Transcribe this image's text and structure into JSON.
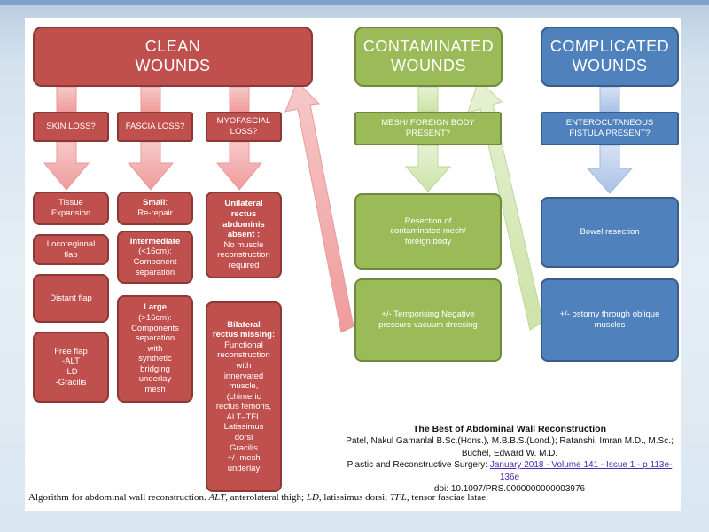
{
  "headers": {
    "clean": "CLEAN\nWOUNDS",
    "contaminated": "CONTAMINATED\nWOUNDS",
    "complicated": "COMPLICATED\nWOUNDS"
  },
  "questions": {
    "skin_loss": "SKIN LOSS?",
    "fascia_loss": "FASCIA LOSS?",
    "myofascial_loss": "MYOFASCIAL\nLOSS?",
    "mesh_foreign_body": "MESH/ FOREIGN BODY\nPRESENT?",
    "enterocutaneous": "ENTEROCUTANEOUS\nFISTULA PRESENT?"
  },
  "skin_options": {
    "tissue_expansion": "Tissue\nExpansion",
    "locoregional": "Locoregional\nflap",
    "distant": "Distant flap",
    "free_flap": "Free flap\n-ALT\n-LD\n-Gracilis"
  },
  "fascia_options": {
    "small_bold": "Small",
    "small_rest": ":\nRe-repair",
    "intermediate_bold": "Intermediate",
    "intermediate_rest": "(<16cm):\nComponent\nseparation",
    "large_bold": "Large",
    "large_rest": "(>16cm):\nComponents\nseparation\nwith\nsynthetic\nbridging\nunderlay\nmesh"
  },
  "myofascial_options": {
    "unilateral_bold": "Unilateral\nrectus\nabdominis\nabsent :",
    "unilateral_rest": "No muscle\nreconstruction\nrequired",
    "bilateral_bold": "Bilateral\nrectus missing:",
    "bilateral_rest": "Functional\nreconstruction\nwith\ninnervated\nmuscle,\n(chimeric\nrectus femoris,\nALT–TFL\nLatissimus\ndorsi\nGracilis\n+/- mesh\nunderlay"
  },
  "contaminated_options": {
    "resection": "Resection of\ncontaminated mesh/\nforeign body",
    "temporising": "+/- Temporising Negative\npressure vacuum dressing"
  },
  "complicated_options": {
    "bowel_resection": "Bowel resection",
    "ostomy": "+/- ostomy through oblique\nmuscles"
  },
  "caption": {
    "lead": "Algorithm for abdominal wall reconstruction. ",
    "alt": "ALT",
    "alt_def": ", anterolateral thigh; ",
    "ld": "LD",
    "ld_def": ", latissimus dorsi; ",
    "tfl": "TFL",
    "tfl_def": ", tensor fasciae latae."
  },
  "citation": {
    "title": "The Best of Abdominal Wall Reconstruction",
    "authors": "Patel, Nakul Gamanlal B.Sc.(Hons.), M.B.B.S.(Lond.); Ratanshi, Imran M.D., M.Sc.; Buchel, Edward W. M.D.",
    "journal": "Plastic and Reconstructive Surgery: ",
    "link": "January 2018 - Volume 141 - Issue 1 - p 113e-136e",
    "doi": "doi: 10.1097/PRS.0000000000003976"
  },
  "colors": {
    "red": "#c0504d",
    "green": "#9bbb59",
    "blue": "#4f81bd",
    "arrow_red": "#f2a5a5",
    "arrow_green": "#d4e8b4",
    "arrow_blue": "#b8cdea"
  }
}
